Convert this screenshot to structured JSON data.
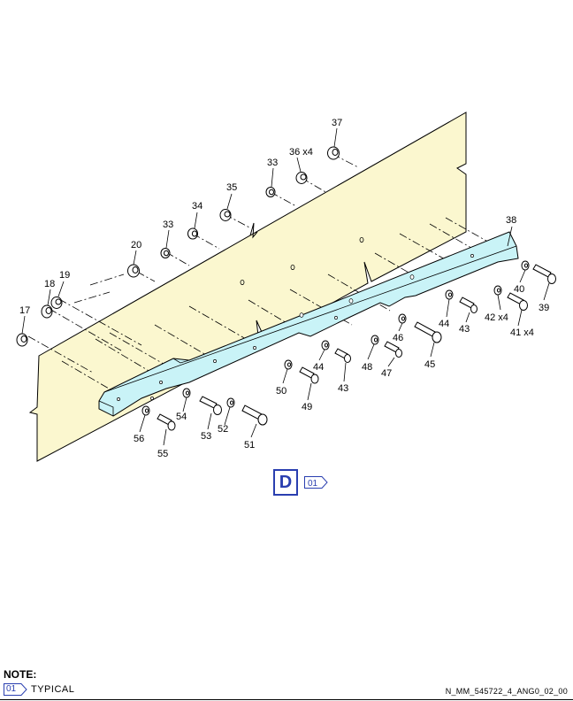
{
  "view_letter": "D",
  "view_flag": "01",
  "note": {
    "title": "NOTE:",
    "flag": "01",
    "text": "TYPICAL"
  },
  "drawing_id": "N_MM_545722_4_ANG0_02_00",
  "colors": {
    "panel": "#fbf7cf",
    "rail": "#c9f3f7",
    "accent": "#2a3fb0"
  },
  "callouts": [
    {
      "id": "c17",
      "text": "17"
    },
    {
      "id": "c18",
      "text": "18"
    },
    {
      "id": "c19",
      "text": "19"
    },
    {
      "id": "c20",
      "text": "20"
    },
    {
      "id": "c33a",
      "text": "33"
    },
    {
      "id": "c34",
      "text": "34"
    },
    {
      "id": "c35",
      "text": "35"
    },
    {
      "id": "c33b",
      "text": "33"
    },
    {
      "id": "c36",
      "text": "36 x4"
    },
    {
      "id": "c37",
      "text": "37"
    },
    {
      "id": "c38",
      "text": "38"
    },
    {
      "id": "c39",
      "text": "39"
    },
    {
      "id": "c40",
      "text": "40"
    },
    {
      "id": "c41",
      "text": "41 x4"
    },
    {
      "id": "c42",
      "text": "42 x4"
    },
    {
      "id": "c43a",
      "text": "43"
    },
    {
      "id": "c44a",
      "text": "44"
    },
    {
      "id": "c45",
      "text": "45"
    },
    {
      "id": "c46",
      "text": "46"
    },
    {
      "id": "c47",
      "text": "47"
    },
    {
      "id": "c48",
      "text": "48"
    },
    {
      "id": "c44b",
      "text": "44"
    },
    {
      "id": "c43b",
      "text": "43"
    },
    {
      "id": "c49",
      "text": "49"
    },
    {
      "id": "c50",
      "text": "50"
    },
    {
      "id": "c51",
      "text": "51"
    },
    {
      "id": "c52",
      "text": "52"
    },
    {
      "id": "c53",
      "text": "53"
    },
    {
      "id": "c54",
      "text": "54"
    },
    {
      "id": "c55",
      "text": "55"
    },
    {
      "id": "c56",
      "text": "56"
    }
  ]
}
